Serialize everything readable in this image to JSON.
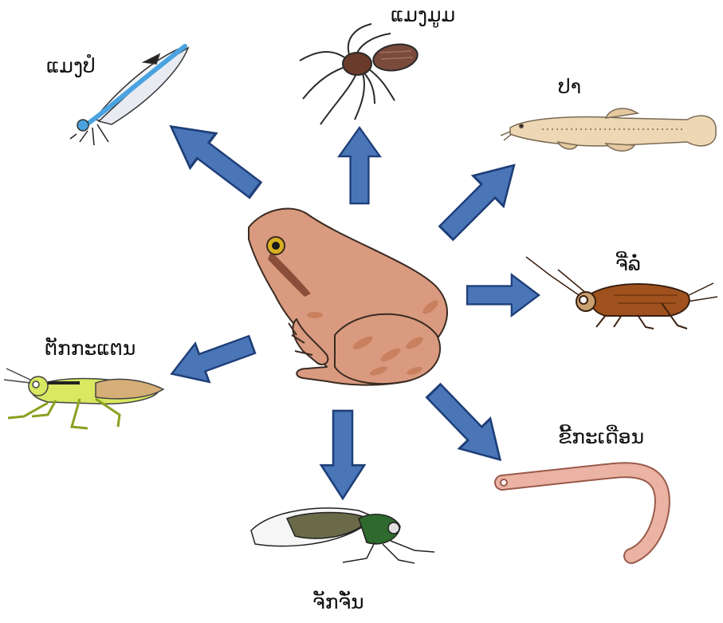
{
  "diagram": {
    "center": {
      "name": "frog",
      "icon": "frog-icon"
    },
    "arrow_color": "#4a76b8",
    "arrow_outline": "#1e3f78",
    "animals": [
      {
        "id": "dragonfly",
        "label": "ແມງປໍ",
        "icon": "damselfly-icon"
      },
      {
        "id": "spider",
        "label": "ແມງມູມ",
        "icon": "spider-icon"
      },
      {
        "id": "fish",
        "label": "ປາ",
        "icon": "fish-icon"
      },
      {
        "id": "cricket",
        "label": "ຈີ່ລໍ່",
        "icon": "cricket-icon"
      },
      {
        "id": "earthworm",
        "label": "ຂີ້ກະເດືອນ",
        "icon": "earthworm-icon"
      },
      {
        "id": "cicada",
        "label": "ຈັກຈັ່ນ",
        "icon": "cicada-icon"
      },
      {
        "id": "grasshopper",
        "label": "ຕັກກະແຕນ",
        "icon": "grasshopper-icon"
      }
    ]
  }
}
